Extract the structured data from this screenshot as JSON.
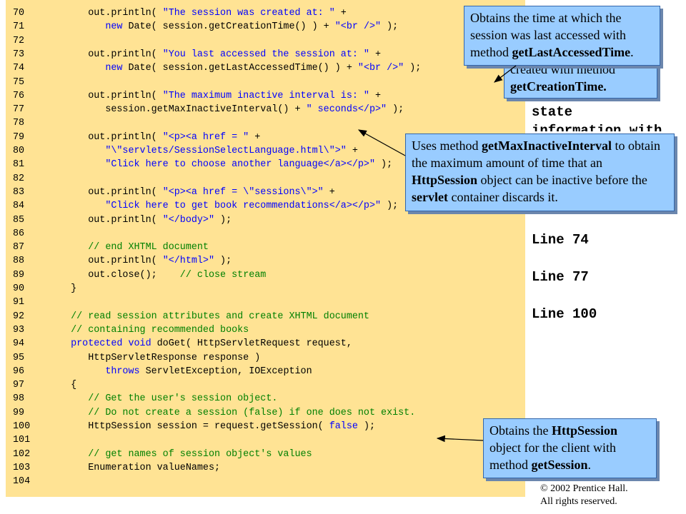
{
  "code_lines": [
    {
      "n": "70",
      "segs": [
        [
          "",
          "      out.println( "
        ],
        [
          "st",
          "\"The session was created at: \""
        ],
        [
          "",
          " +"
        ]
      ]
    },
    {
      "n": "71",
      "segs": [
        [
          "",
          "         "
        ],
        [
          "kw",
          "new"
        ],
        [
          "",
          " Date( session.getCreationTime() ) + "
        ],
        [
          "st",
          "\"<br />\""
        ],
        [
          "",
          " );"
        ]
      ]
    },
    {
      "n": "72",
      "segs": []
    },
    {
      "n": "73",
      "segs": [
        [
          "",
          "      out.println( "
        ],
        [
          "st",
          "\"You last accessed the session at: \""
        ],
        [
          "",
          " +"
        ]
      ]
    },
    {
      "n": "74",
      "segs": [
        [
          "",
          "         "
        ],
        [
          "kw",
          "new"
        ],
        [
          "",
          " Date( session.getLastAccessedTime() ) + "
        ],
        [
          "st",
          "\"<br />\""
        ],
        [
          "",
          " );"
        ]
      ]
    },
    {
      "n": "75",
      "segs": []
    },
    {
      "n": "76",
      "segs": [
        [
          "",
          "      out.println( "
        ],
        [
          "st",
          "\"The maximum inactive interval is: \""
        ],
        [
          "",
          " +"
        ]
      ]
    },
    {
      "n": "77",
      "segs": [
        [
          "",
          "         session.getMaxInactiveInterval() + "
        ],
        [
          "st",
          "\" seconds</p>\""
        ],
        [
          "",
          " );"
        ]
      ]
    },
    {
      "n": "78",
      "segs": []
    },
    {
      "n": "79",
      "segs": [
        [
          "",
          "      out.println( "
        ],
        [
          "st",
          "\"<p><a href = \""
        ],
        [
          "",
          " +"
        ]
      ]
    },
    {
      "n": "80",
      "segs": [
        [
          "",
          "         "
        ],
        [
          "st",
          "\"\\\"servlets/SessionSelectLanguage.html\\\">\""
        ],
        [
          "",
          " +"
        ]
      ]
    },
    {
      "n": "81",
      "segs": [
        [
          "",
          "         "
        ],
        [
          "st",
          "\"Click here to choose another language</a></p>\""
        ],
        [
          "",
          " );"
        ]
      ]
    },
    {
      "n": "82",
      "segs": []
    },
    {
      "n": "83",
      "segs": [
        [
          "",
          "      out.println( "
        ],
        [
          "st",
          "\"<p><a href = \\\"sessions\\\">\""
        ],
        [
          "",
          " +"
        ]
      ]
    },
    {
      "n": "84",
      "segs": [
        [
          "",
          "         "
        ],
        [
          "st",
          "\"Click here to get book recommendations</a></p>\""
        ],
        [
          "",
          " );"
        ]
      ]
    },
    {
      "n": "85",
      "segs": [
        [
          "",
          "      out.println( "
        ],
        [
          "st",
          "\"</body>\""
        ],
        [
          "",
          " );"
        ]
      ]
    },
    {
      "n": "86",
      "segs": []
    },
    {
      "n": "87",
      "segs": [
        [
          "",
          "      "
        ],
        [
          "cm",
          "// end XHTML document"
        ]
      ]
    },
    {
      "n": "88",
      "segs": [
        [
          "",
          "      out.println( "
        ],
        [
          "st",
          "\"</html>\""
        ],
        [
          "",
          " );"
        ]
      ]
    },
    {
      "n": "89",
      "segs": [
        [
          "",
          "      out.close();    "
        ],
        [
          "cm",
          "// close stream"
        ]
      ]
    },
    {
      "n": "90",
      "segs": [
        [
          "",
          "   }"
        ]
      ]
    },
    {
      "n": "91",
      "segs": []
    },
    {
      "n": "92",
      "segs": [
        [
          "",
          "   "
        ],
        [
          "cm",
          "// read session attributes and create XHTML document"
        ]
      ]
    },
    {
      "n": "93",
      "segs": [
        [
          "",
          "   "
        ],
        [
          "cm",
          "// containing recommended books"
        ]
      ]
    },
    {
      "n": "94",
      "segs": [
        [
          "",
          "   "
        ],
        [
          "kw",
          "protected void"
        ],
        [
          "",
          " doGet( HttpServletRequest request,"
        ]
      ]
    },
    {
      "n": "95",
      "segs": [
        [
          "",
          "      HttpServletResponse response )"
        ]
      ]
    },
    {
      "n": "96",
      "segs": [
        [
          "",
          "         "
        ],
        [
          "kw",
          "throws"
        ],
        [
          "",
          " ServletException, IOException"
        ]
      ]
    },
    {
      "n": "97",
      "segs": [
        [
          "",
          "   {"
        ]
      ]
    },
    {
      "n": "98",
      "segs": [
        [
          "",
          "      "
        ],
        [
          "cm",
          "// Get the user's session object."
        ]
      ]
    },
    {
      "n": "99",
      "segs": [
        [
          "",
          "      "
        ],
        [
          "cm",
          "// Do not create a session (false) if one does not exist."
        ]
      ]
    },
    {
      "n": "100",
      "segs": [
        [
          "",
          "      HttpSession session = request.getSession( "
        ],
        [
          "kw",
          "false"
        ],
        [
          "",
          " );"
        ]
      ]
    },
    {
      "n": "101",
      "segs": []
    },
    {
      "n": "102",
      "segs": [
        [
          "",
          "      "
        ],
        [
          "cm",
          "// get names of session object's values"
        ]
      ]
    },
    {
      "n": "103",
      "segs": [
        [
          "",
          "      Enumeration valueNames;"
        ]
      ]
    },
    {
      "n": "104",
      "segs": []
    }
  ],
  "sidebar": {
    "partial_1": "state",
    "partial_2": "information with",
    "line_74": "Line 74",
    "line_77": "Line 77",
    "line_100": "Line 100"
  },
  "callouts": {
    "creation_partial_1": "created with method",
    "creation_partial_2": "getCreationTime.",
    "last_accessed_text": "Obtains the time at which the session was last accessed with method ",
    "last_accessed_method": "getLastAccessedTime",
    "max_inactive_text_1": "Uses method ",
    "max_inactive_method": "getMaxInactiveInterval",
    "max_inactive_text_2": " to obtain the maximum amount of time that an ",
    "max_inactive_class": "HttpSession",
    "max_inactive_text_3": " object can be inactive before the ",
    "max_inactive_servlet": "servlet",
    "max_inactive_text_4": " container discards it.",
    "get_session_text_1": "Obtains the ",
    "get_session_class": "HttpSession",
    "get_session_text_2": " object for the client with method ",
    "get_session_method": "getSession",
    "period": "."
  },
  "copyright": {
    "line1": "© 2002 Prentice Hall.",
    "line2": "All rights reserved."
  }
}
